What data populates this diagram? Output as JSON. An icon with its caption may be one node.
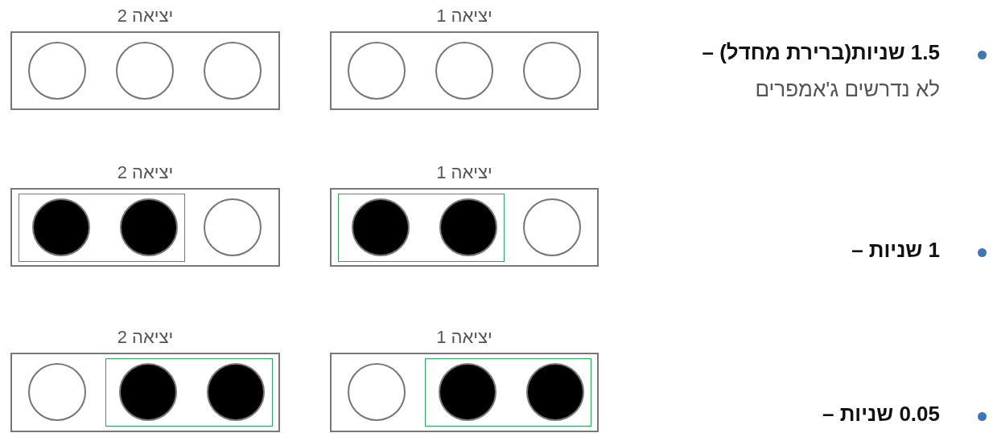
{
  "diagram": {
    "nodes": [
      {
        "text": [
          "יציאה 1"
        ]
      },
      {
        "text": [],
        "shape": "circle",
        "in": 0
      },
      {
        "text": [],
        "shape": "circle",
        "in": 0
      },
      {
        "text": [],
        "shape": "circle",
        "in": 0
      },
      {
        "text": [
          "יציאה 2"
        ]
      },
      {
        "text": [],
        "shape": "circle",
        "in": 4
      },
      {
        "text": [],
        "shape": "circle",
        "in": 4
      },
      {
        "text": [],
        "shape": "circle",
        "in": 4
      },
      {
        "text": [
          "יציאה 1"
        ]
      },
      {
        "text": [],
        "shape": "box",
        "in": 8
      },
      {
        "text": [],
        "shape": "disc",
        "in": 9
      },
      {
        "text": [],
        "shape": "disc",
        "in": 9
      },
      {
        "text": [],
        "shape": "circle",
        "in": 8
      },
      {
        "text": [
          "יציאה 2"
        ]
      },
      {
        "text": [],
        "shape": "box",
        "in": 13
      },
      {
        "text": [],
        "shape": "disc",
        "in": 14
      },
      {
        "text": [],
        "shape": "disc",
        "in": 14
      },
      {
        "text": [],
        "shape": "circle",
        "in": 13
      },
      {
        "text": [
          "יציאה 1"
        ]
      },
      {
        "text": [],
        "shape": "circle",
        "in": 18
      },
      {
        "text": [],
        "shape": "box",
        "in": 18
      },
      {
        "text": [],
        "shape": "disc",
        "in": 20
      },
      {
        "text": [],
        "shape": "disc",
        "in": 20
      },
      {
        "text": [
          "יציאה 2"
        ]
      },
      {
        "text": [],
        "shape": "circle",
        "in": 23
      },
      {
        "text": [],
        "shape": "box",
        "in": 23
      },
      {
        "text": [],
        "shape": "disc",
        "in": 25
      },
      {
        "text": [],
        "shape": "disc",
        "in": 25
      }
    ],
    "labels": [
      "1.5 שניות(ברירת מחדל) –",
      "לא נדרשים ג'אמפרים",
      "1 שניות –",
      "0.05 שניות –"
    ]
  }
}
